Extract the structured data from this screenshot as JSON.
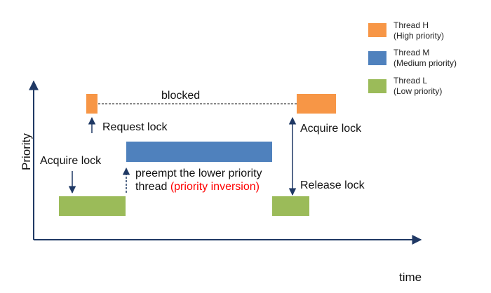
{
  "colors": {
    "thread_h": "#F79646",
    "thread_m": "#4F81BD",
    "thread_l": "#9BBB59",
    "highlight": "#FF0000"
  },
  "axes": {
    "y_label": "Priority",
    "x_label": "time"
  },
  "legend": [
    {
      "name": "Thread H",
      "desc": "(High priority)"
    },
    {
      "name": "Thread M",
      "desc": "(Medium priority)"
    },
    {
      "name": "Thread L",
      "desc": "(Low priority)"
    }
  ],
  "annotations": {
    "blocked": "blocked",
    "request_lock": "Request lock",
    "acquire_lock_left": "Acquire lock",
    "acquire_lock_right": "Acquire lock",
    "release_lock": "Release lock",
    "preempt_line1": "preempt the lower priority",
    "preempt_line2_prefix": "thread",
    "preempt_line2_highlight": "(priority inversion)"
  }
}
